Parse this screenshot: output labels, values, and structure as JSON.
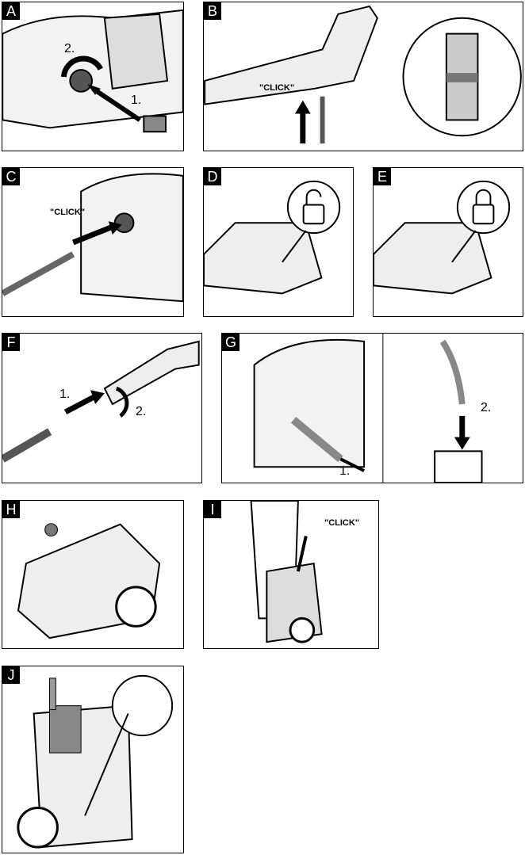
{
  "panels": {
    "A": {
      "letter": "A",
      "steps": [
        "2.",
        "1."
      ]
    },
    "B": {
      "letter": "B",
      "click": "\"CLICK\""
    },
    "C": {
      "letter": "C",
      "click": "\"CLICK\""
    },
    "D": {
      "letter": "D"
    },
    "E": {
      "letter": "E"
    },
    "F": {
      "letter": "F",
      "steps": [
        "1.",
        "2."
      ]
    },
    "G": {
      "letter": "G",
      "steps": [
        "1.",
        "2."
      ]
    },
    "H": {
      "letter": "H"
    },
    "I": {
      "letter": "I",
      "click": "\"CLICK\""
    },
    "J": {
      "letter": "J"
    }
  }
}
